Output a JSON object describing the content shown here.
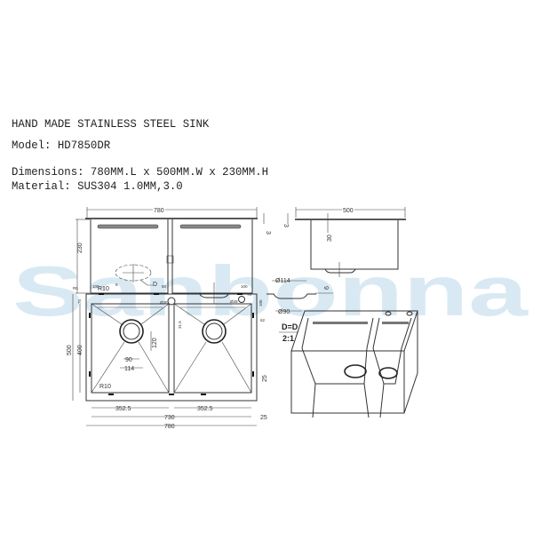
{
  "header": {
    "title": "HAND MADE STAINLESS STEEL SINK",
    "model": "Model: HD7850DR",
    "dimensions": "Dimensions: 780MM.L x 500MM.W x 230MM.H",
    "material": "Material: SUS304 1.0MM,3.0"
  },
  "watermark": "Sanbonna",
  "colors": {
    "line": "#333333",
    "watermark": "#d3e6f2"
  },
  "front_view": {
    "length": "780",
    "height": "230",
    "radius": "R10",
    "detail_label": "D",
    "flange": "3"
  },
  "side_view": {
    "width": "500",
    "flange": "3",
    "depth_offset": "30"
  },
  "drain_detail": {
    "outer": "Ø114",
    "inner": "Ø90",
    "thickness": "6",
    "section": "D=D",
    "scale": "2:1"
  },
  "top_view": {
    "corner_radius": "R5",
    "top_left_offset": "100",
    "left_small": "8",
    "center_offset": "50",
    "hole_left": "Ø35",
    "hole_right": "Ø28",
    "right_offset": "100",
    "right_small": "70",
    "right_vertical": "100",
    "side_label": "62",
    "left_top": "75",
    "outer_height": "500",
    "inner_height": "400",
    "drain_offset": "120",
    "drain_inner": "90",
    "drain_outer": "114",
    "basin_radius": "R10",
    "center_label": "31.5",
    "bottom_label": "25",
    "basin_left_width": "352.5",
    "basin_right_width": "352.5",
    "inner_length": "730",
    "outer_length": "780",
    "edge": "25"
  }
}
